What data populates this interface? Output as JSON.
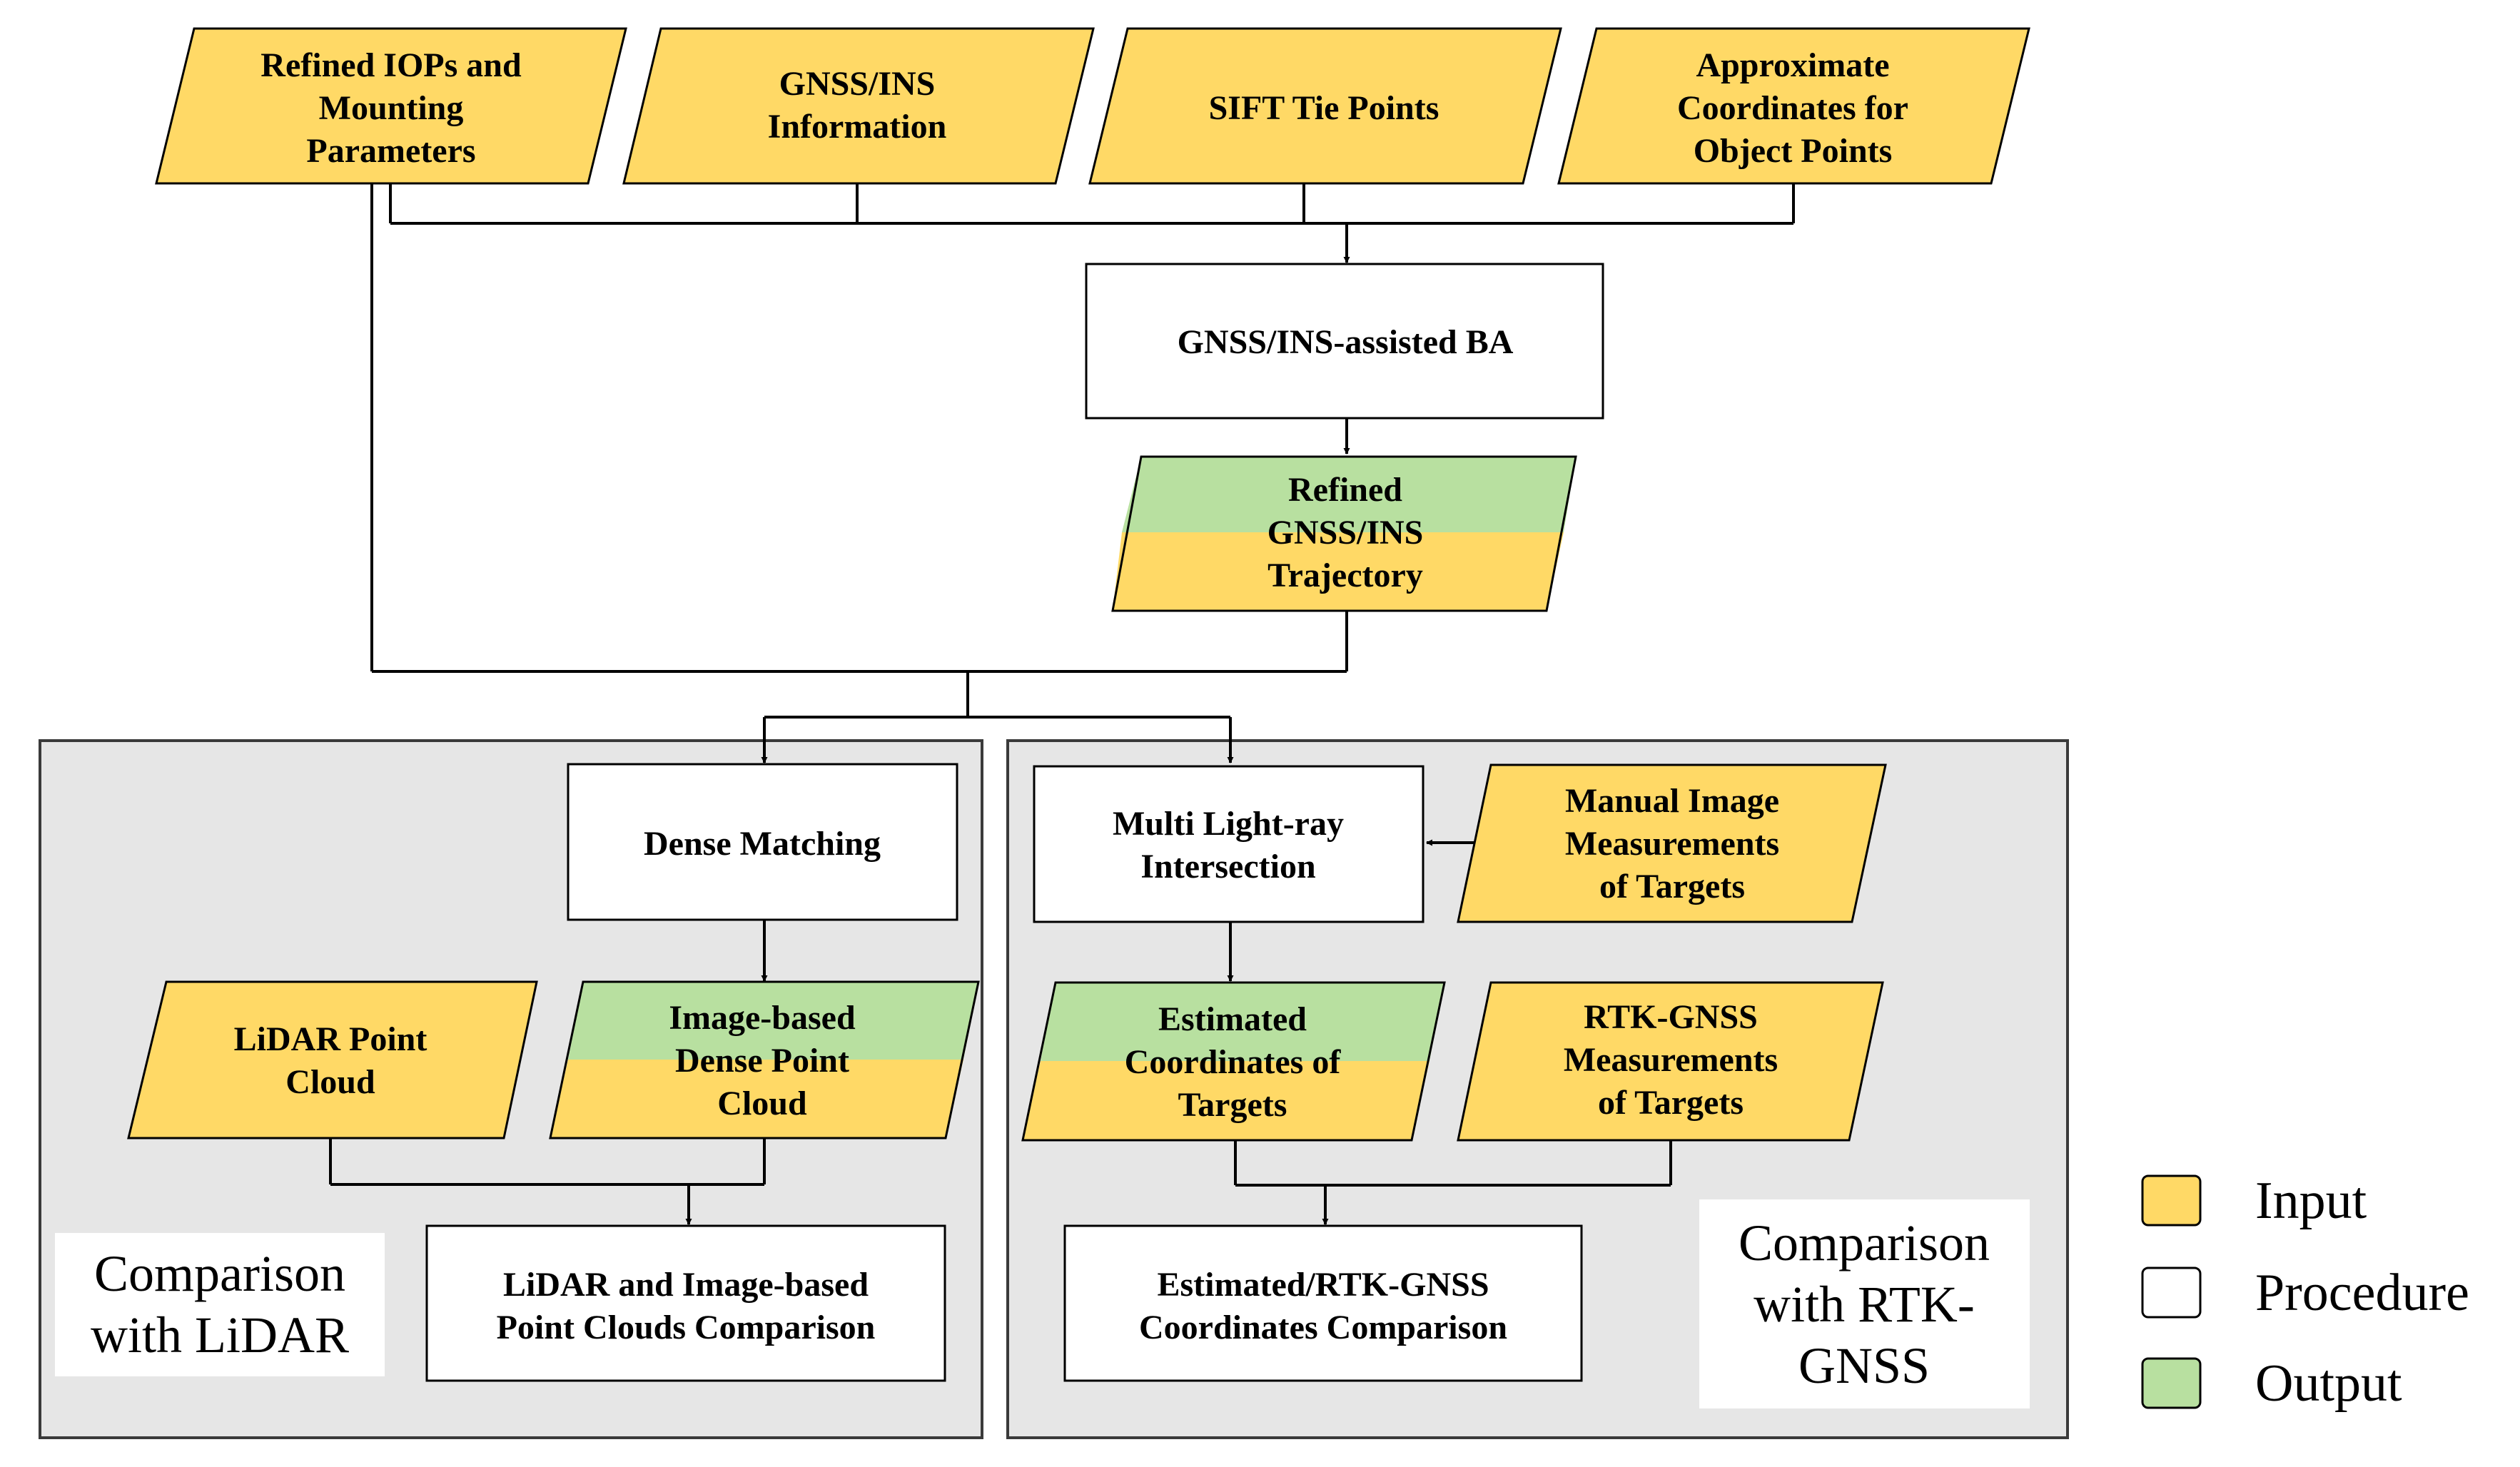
{
  "colors": {
    "input": "#FFD966",
    "output": "#B8E0A0",
    "procedure": "#FFFFFF",
    "panel": "#E6E6E6",
    "line": "#000000"
  },
  "inputs": {
    "iops": [
      "Refined IOPs and",
      "Mounting",
      "Parameters"
    ],
    "gnss_ins": [
      "GNSS/INS",
      "Information"
    ],
    "sift": [
      "SIFT Tie Points"
    ],
    "approx": [
      "Approximate",
      "Coordinates for",
      "Object Points"
    ],
    "lidar_cloud": [
      "LiDAR Point",
      "Cloud"
    ],
    "manual": [
      "Manual Image",
      "Measurements",
      "of Targets"
    ],
    "rtk": [
      "RTK-GNSS",
      "Measurements",
      "of Targets"
    ]
  },
  "procedures": {
    "ba": [
      "GNSS/INS-assisted BA"
    ],
    "dense_matching": [
      "Dense Matching"
    ],
    "multi_ray": [
      "Multi Light-ray",
      "Intersection"
    ],
    "lidar_comparison": [
      "LiDAR and Image-based",
      "Point Clouds Comparison"
    ],
    "rtk_comparison": [
      "Estimated/RTK-GNSS",
      "Coordinates Comparison"
    ]
  },
  "outputs": {
    "trajectory": [
      "Refined",
      "GNSS/INS",
      "Trajectory"
    ],
    "dense_cloud": [
      "Image-based",
      "Dense Point",
      "Cloud"
    ],
    "estimated": [
      "Estimated",
      "Coordinates of",
      "Targets"
    ]
  },
  "panels": {
    "lidar": [
      "Comparison",
      "with LiDAR"
    ],
    "rtk": [
      "Comparison",
      "with RTK-",
      "GNSS"
    ]
  },
  "legend": {
    "input": "Input",
    "procedure": "Procedure",
    "output": "Output"
  }
}
